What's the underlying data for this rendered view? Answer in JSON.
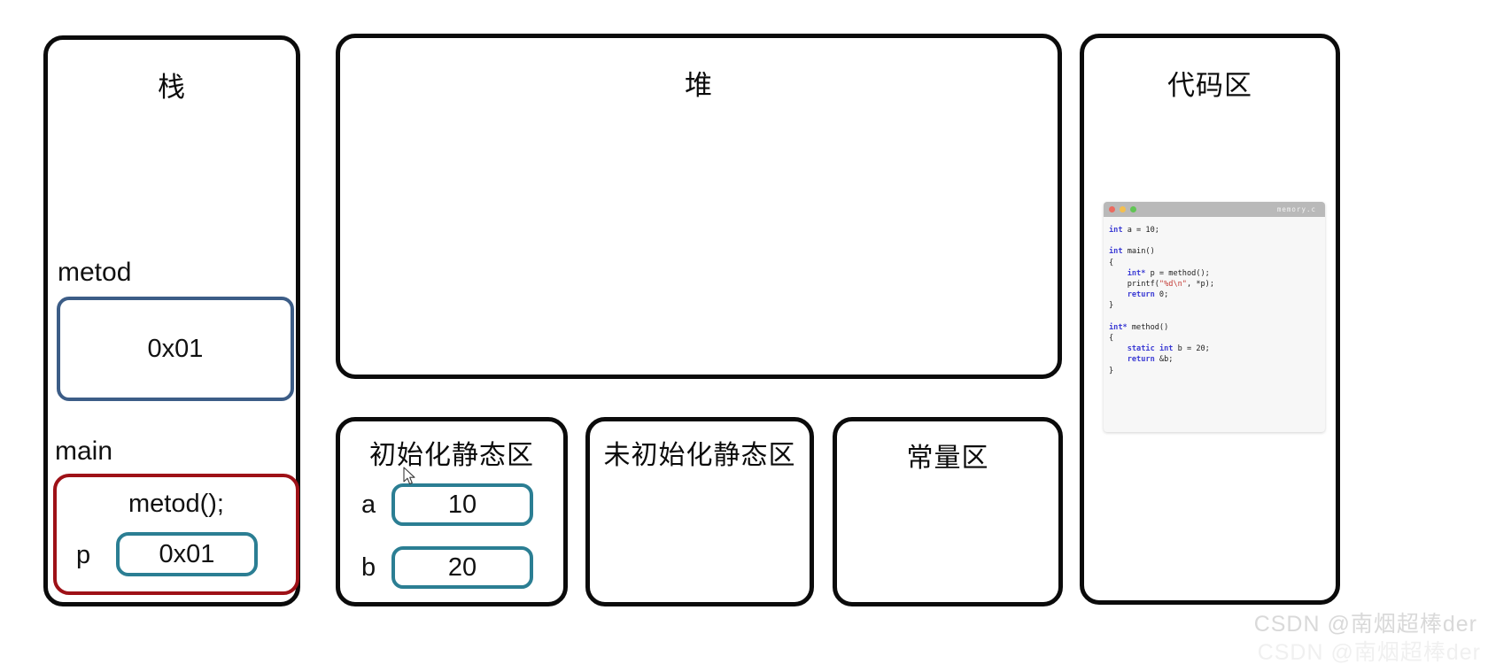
{
  "diagram": {
    "title_stack": "栈",
    "title_heap": "堆",
    "title_code": "代码区",
    "title_init_static": "初始化静态区",
    "title_uninit_static": "未初始化静态区",
    "title_const": "常量区"
  },
  "stack": {
    "frames": [
      {
        "label": "metod",
        "box_value": "0x01"
      },
      {
        "label": "main",
        "call": "metod();",
        "var_key": "p",
        "var_value": "0x01"
      }
    ]
  },
  "init_static": {
    "rows": [
      {
        "key": "a",
        "value": "10"
      },
      {
        "key": "b",
        "value": "20"
      }
    ]
  },
  "code_window": {
    "filename": "memory.c",
    "traffic_lights": [
      "close-dot",
      "minimize-dot",
      "maximize-dot"
    ],
    "lines": [
      "int a = 10;",
      "",
      "int main()",
      "{",
      "    int* p = method();",
      "    printf(\"%d\\n\", *p);",
      "    return 0;",
      "}",
      "",
      "int* method()",
      "{",
      "    static int b = 20;",
      "    return &b;",
      "}"
    ]
  },
  "watermark": {
    "text": "CSDN @南烟超棒der",
    "text_faint": "CSDN @南烟超棒der"
  },
  "colors": {
    "panel_border": "#0b0b0b",
    "blue_box": "#3c5d87",
    "teal_box": "#2b7e93",
    "red_box": "#9e1117",
    "code_keyword": "#3b3bd4",
    "code_string": "#c43a34"
  }
}
